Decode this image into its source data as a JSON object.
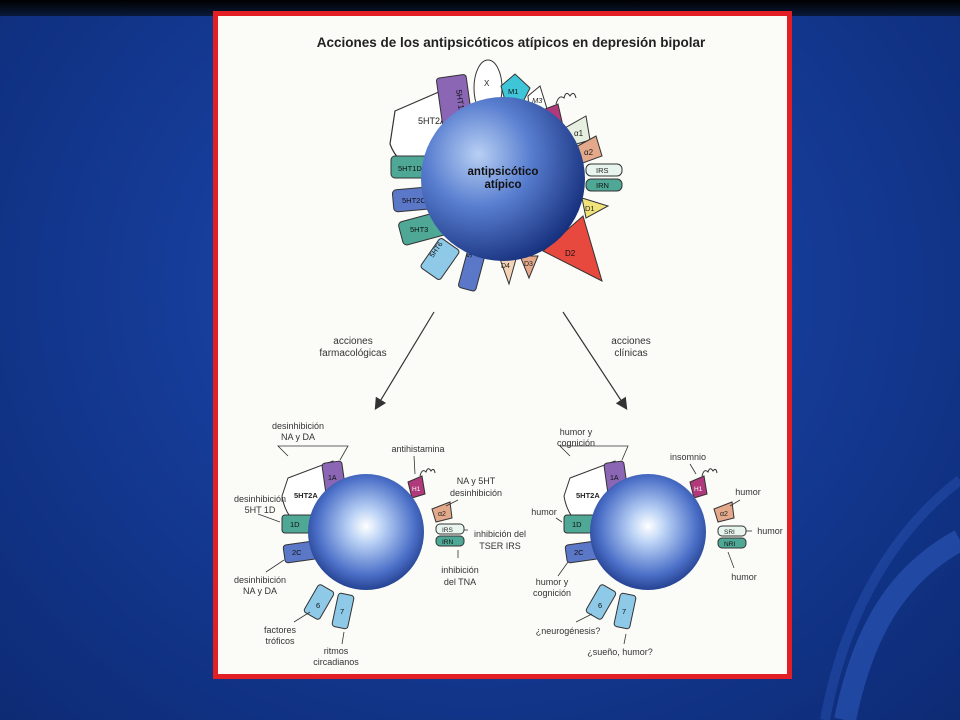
{
  "slide": {
    "title": "Acciones de los antipsicóticos atípicos en depresión bipolar",
    "main_circle": {
      "line1": "antipsicótico",
      "line2": "atípico"
    },
    "receptors": {
      "r5HT2A": "5HT2A",
      "r5HT1A": "5HT1A",
      "rX": "X",
      "rM1": "M1",
      "rM3": "M3",
      "rH1": "H1",
      "ra1": "α1",
      "ra2": "α2",
      "rIRS": "IRS",
      "rIRN": "IRN",
      "rD1": "D1",
      "rD2": "D2",
      "rD3": "D3",
      "rD4": "D4",
      "r5HT7": "5HT7",
      "r5HT6": "5HT6",
      "r5HT3": "5HT3",
      "r5HT2C": "5HT2C",
      "r5HT1D": "5HT1D"
    },
    "arrow_left_label": {
      "line1": "acciones",
      "line2": "farmacológicas"
    },
    "arrow_right_label": {
      "line1": "acciones",
      "line2": "clínicas"
    },
    "small_receptors": {
      "s5HT2A": "5HT2A",
      "s1A": "1A",
      "sH1": "H1",
      "sa2": "α2",
      "sIRS": "IRS",
      "sIRN": "IRN",
      "sSRI": "SRI",
      "sNRI": "NRI",
      "s1D": "1D",
      "s2C": "2C",
      "s6": "6",
      "s7": "7"
    },
    "pharm_labels": {
      "desinh_na_da_top_1": "desinhibición",
      "desinh_na_da_top_2": "NA y DA",
      "antihistamina": "antihistamina",
      "na5ht_1": "NA y 5HT",
      "na5ht_2": "desinhibición",
      "tser_1": "inhibición del",
      "tser_2": "TSER IRS",
      "tna_1": "inhibición",
      "tna_2": "del TNA",
      "desinh_5ht1d_1": "desinhibición",
      "desinh_5ht1d_2": "5HT 1D",
      "desinh_na_da_bot_1": "desinhibición",
      "desinh_na_da_bot_2": "NA y DA",
      "factores_1": "factores",
      "factores_2": "tróficos",
      "ritmos_1": "ritmos",
      "ritmos_2": "circadianos"
    },
    "clin_labels": {
      "humor_cog_top_1": "humor y",
      "humor_cog_top_2": "cognición",
      "insomnio": "insomnio",
      "humor_a": "humor",
      "humor_b": "humor",
      "humor_c": "humor",
      "humor_d": "humor",
      "humor_cog_bot_1": "humor y",
      "humor_cog_bot_2": "cognición",
      "neurogenesis": "¿neurogénesis?",
      "sueno": "¿sueño, humor?"
    },
    "colors": {
      "frame": "#e21f24",
      "background": "#153c98",
      "sphere_light": "#a9c6f2",
      "sphere_dark": "#17317e",
      "teal": "#4fa896",
      "violet": "#8a66b5",
      "cyan": "#3ec6d8",
      "magenta": "#b0397c",
      "peach": "#e4a98b",
      "red": "#e8493f",
      "blue": "#5b78c8",
      "lightblue": "#8ecae8"
    }
  }
}
